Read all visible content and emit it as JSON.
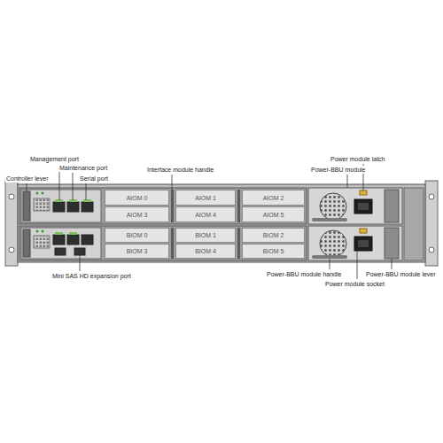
{
  "diagram": {
    "nodes": [
      {
        "text": [
          "AIOM 0"
        ]
      },
      {
        "text": [
          "AIOM 1"
        ]
      },
      {
        "text": [
          "AIOM 2"
        ]
      },
      {
        "text": [
          "AIOM 3"
        ]
      },
      {
        "text": [
          "AIOM 4"
        ]
      },
      {
        "text": [
          "AIOM 5"
        ]
      },
      {
        "text": [
          "BIOM 0"
        ]
      },
      {
        "text": [
          "BIOM 1"
        ]
      },
      {
        "text": [
          "BIOM 2"
        ]
      },
      {
        "text": [
          "BIOM 3"
        ]
      },
      {
        "text": [
          "BIOM 4"
        ]
      },
      {
        "text": [
          "BIOM 5"
        ]
      }
    ],
    "labels": [
      "Management port",
      "Maintenance port",
      "Serial port",
      "Controller lever",
      "Interface module handle",
      "Power module latch",
      "Power-BBU module",
      "Mini SAS HD expansion port",
      "Power-BBU module handle",
      "Power module socket",
      "Power-BBU module lever"
    ]
  }
}
